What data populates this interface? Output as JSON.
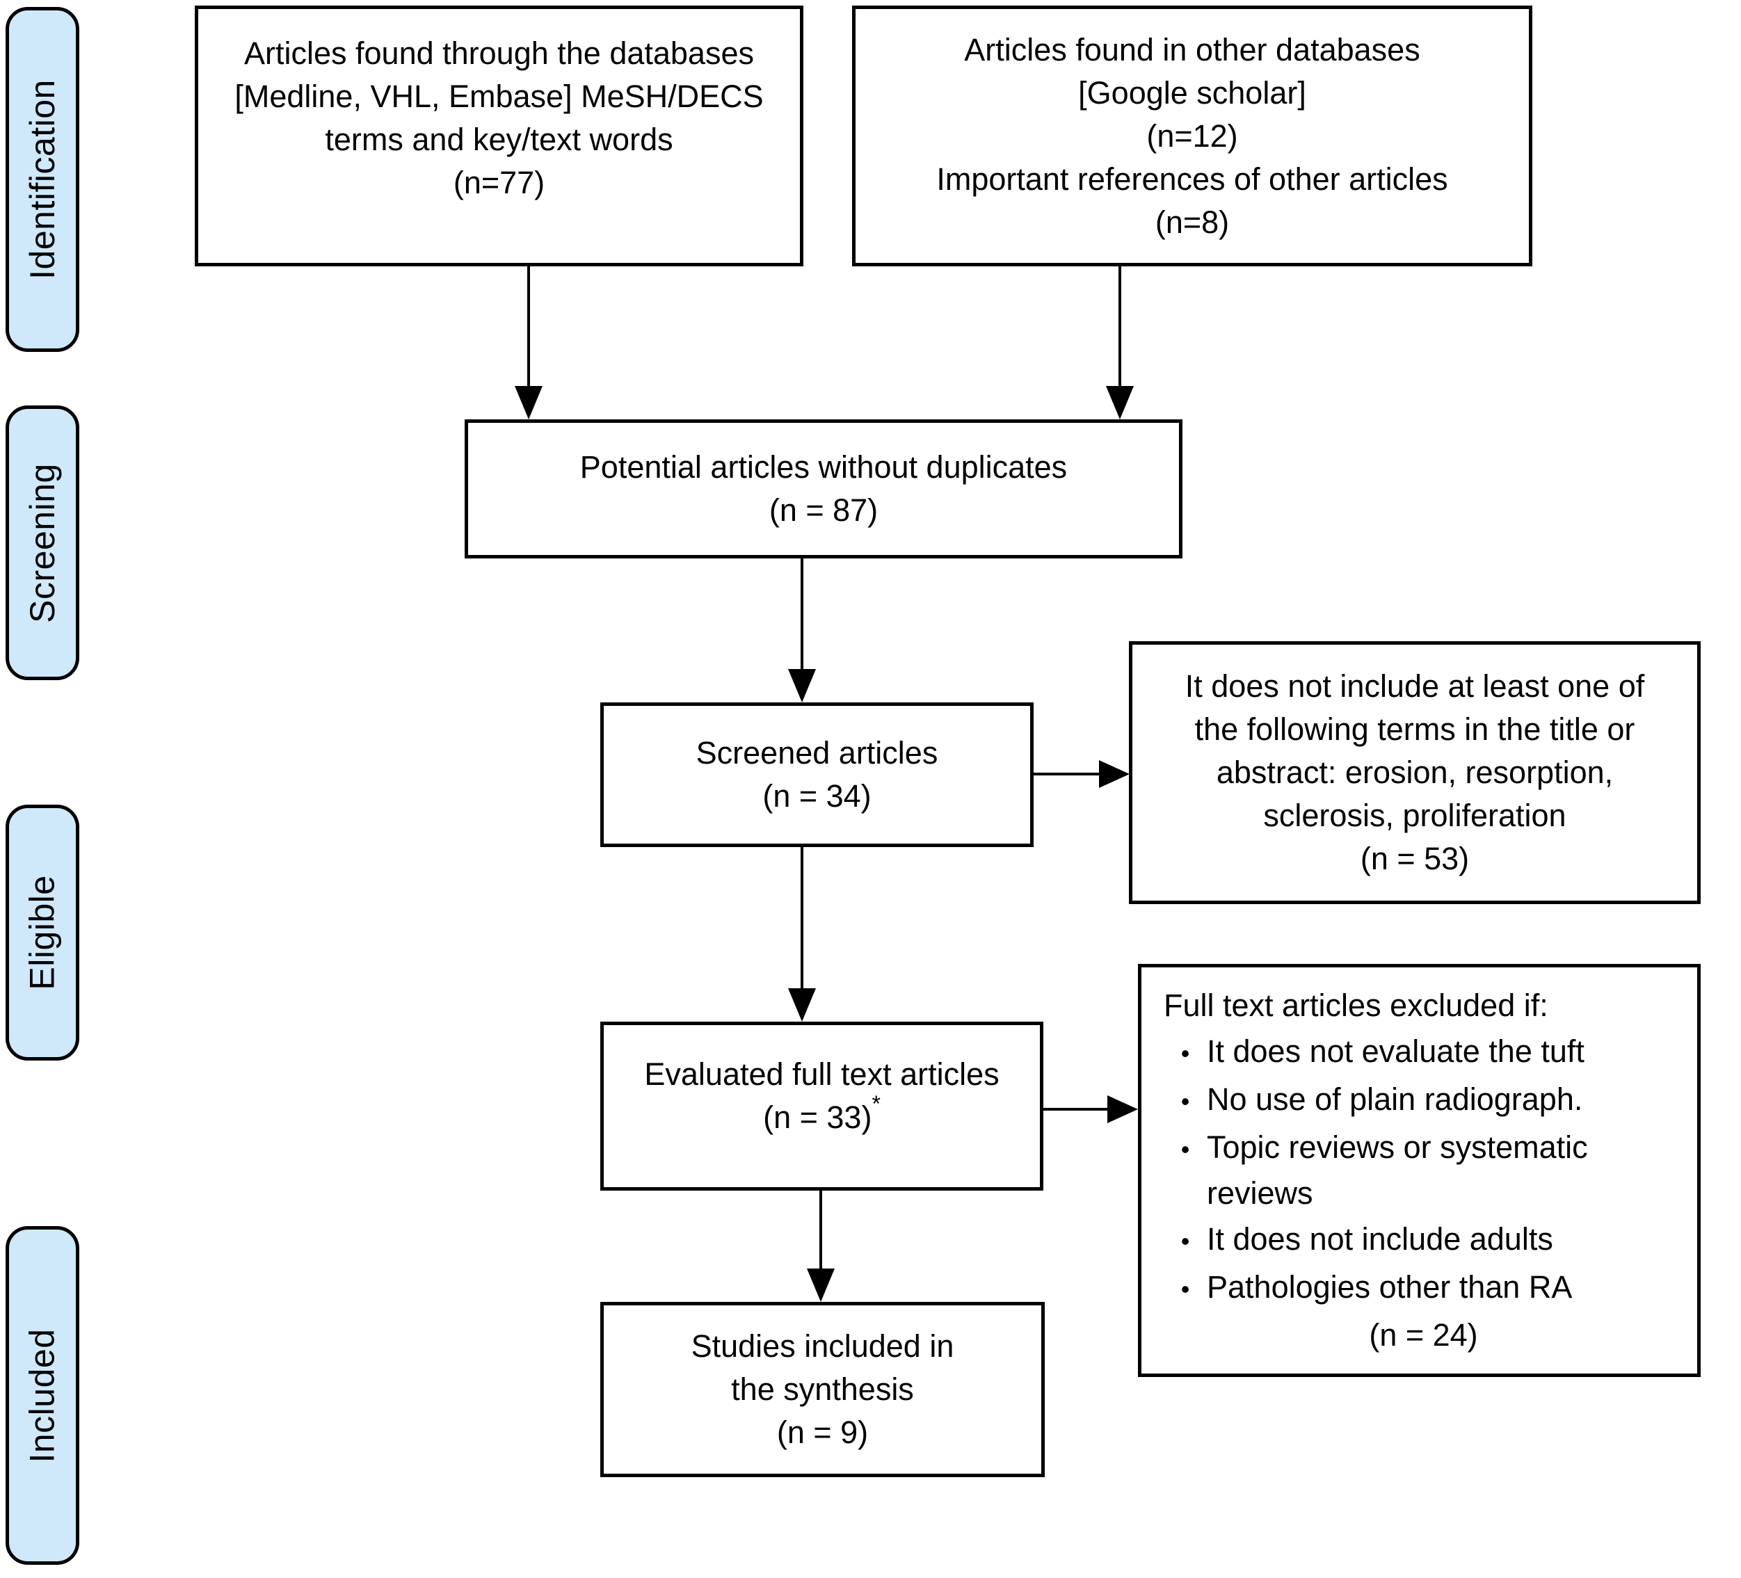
{
  "colors": {
    "stage_fill": "#cfe9fa",
    "line": "#000000",
    "background": "#ffffff"
  },
  "bullet_char": "•",
  "stages": [
    {
      "label": "Identification"
    },
    {
      "label": "Screening"
    },
    {
      "label": "Eligible"
    },
    {
      "label": "Included"
    }
  ],
  "boxes": {
    "db_search": {
      "lines": [
        "Articles found through the databases",
        "[Medline, VHL, Embase] MeSH/DECS",
        "terms and key/text words",
        "(n=77)"
      ]
    },
    "other_sources": {
      "lines": [
        "Articles found in other databases",
        "[Google scholar]",
        "(n=12)",
        "Important references of other articles",
        "(n=8)"
      ]
    },
    "dedup": {
      "lines": [
        "Potential articles without duplicates",
        "(n = 87)"
      ]
    },
    "screened": {
      "lines": [
        "Screened articles",
        "(n = 34)"
      ]
    },
    "screen_excluded": {
      "lines": [
        "It does not include at least one of",
        "the following terms in the title or",
        "abstract: erosion, resorption,",
        "sclerosis, proliferation",
        "(n = 53)"
      ]
    },
    "full_text": {
      "lines": [
        "Evaluated full text articles",
        "(n = 33)"
      ],
      "superscript": "*"
    },
    "full_text_excluded": {
      "title": "Full text articles excluded if:",
      "bullets": [
        "It does not evaluate the tuft",
        "No use of plain radiograph.",
        "Topic reviews or systematic reviews",
        "It does not include adults",
        "Pathologies other than RA"
      ],
      "count": "(n = 24)"
    },
    "included_synthesis": {
      "lines": [
        "Studies included in",
        "the synthesis",
        "(n = 9)"
      ]
    }
  }
}
